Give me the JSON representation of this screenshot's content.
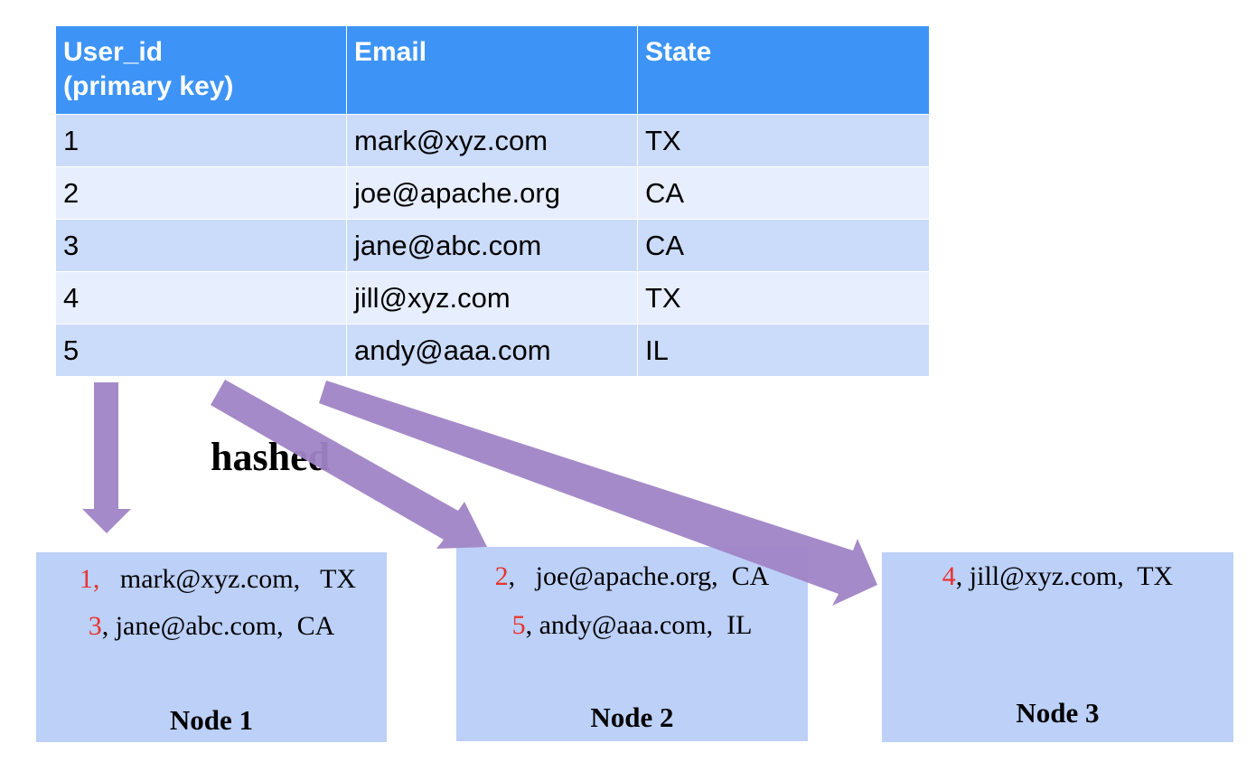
{
  "table": {
    "headers": [
      [
        "User_id",
        "(primary key)"
      ],
      [
        "Email"
      ],
      [
        "State"
      ]
    ],
    "rows": [
      [
        "1",
        "mark@xyz.com",
        "TX"
      ],
      [
        "2",
        "joe@apache.org",
        "CA"
      ],
      [
        "3",
        "jane@abc.com",
        "CA"
      ],
      [
        "4",
        "jill@xyz.com",
        "TX"
      ],
      [
        "5",
        "andy@aaa.com",
        "IL"
      ]
    ]
  },
  "arrow_label": "hashed",
  "nodes": [
    {
      "title": "Node 1",
      "records": [
        {
          "key": "1,",
          "rest": "   mark@xyz.com,   TX"
        },
        {
          "key": "3",
          "rest": ", jane@abc.com,  CA"
        }
      ]
    },
    {
      "title": "Node 2",
      "records": [
        {
          "key": "2",
          "rest": ",   joe@apache.org,  CA"
        },
        {
          "key": "5",
          "rest": ", andy@aaa.com,  IL"
        }
      ]
    },
    {
      "title": "Node 3",
      "records": [
        {
          "key": "4",
          "rest": ", jill@xyz.com,  TX"
        }
      ]
    }
  ],
  "colors": {
    "header_bg": "#3d94f6",
    "row_odd_bg": "#cbdbfa",
    "row_even_bg": "#e7eefd",
    "node_bg": "#bcd0f8",
    "arrow": "#a084c6",
    "key_text": "#e8322d"
  }
}
